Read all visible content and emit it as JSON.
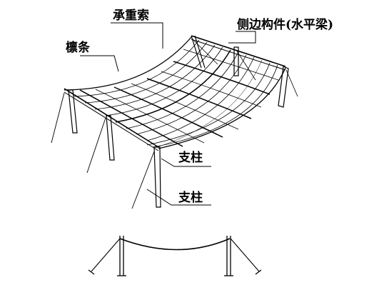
{
  "labels": {
    "main_cable": "承重索",
    "purlin": "檩条",
    "edge_member": "侧边构件(水平梁)",
    "column_1": "支柱",
    "column_2": "支柱"
  }
}
